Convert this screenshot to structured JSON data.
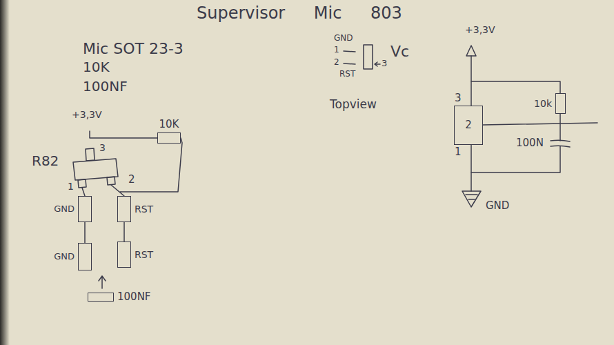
{
  "diagram": {
    "title": "Supervisor Mic 803",
    "nodes": [
      {
        "text": [
          "10K"
        ]
      },
      {
        "text": [
          "GND"
        ]
      },
      {
        "text": [
          "RST"
        ]
      },
      {
        "text": [
          "GND"
        ]
      },
      {
        "text": [
          "RST"
        ]
      },
      {
        "text": [
          "100NF"
        ]
      },
      {
        "text": [
          "2"
        ]
      },
      {
        "text": [
          "10k"
        ]
      }
    ],
    "edges": [
      {
        "from": 1,
        "to": 3,
        "arrow": "none"
      },
      {
        "from": 2,
        "to": 4,
        "arrow": "none"
      }
    ],
    "labels": [
      "Mic SOT 23-3",
      "10K",
      "100NF",
      "+3,3V",
      "R82",
      "3",
      "1",
      "2",
      "GND",
      "1",
      "2",
      "RST",
      "3",
      "Vc",
      "Topview",
      "+3,3V",
      "3",
      "1",
      "100N",
      "GND"
    ]
  }
}
